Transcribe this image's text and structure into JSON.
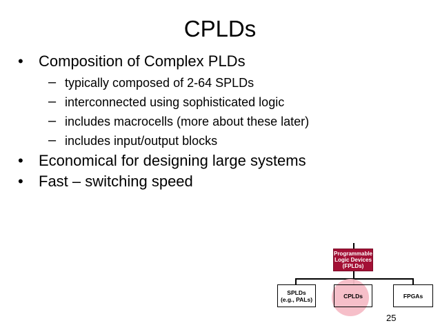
{
  "slide": {
    "title": "CPLDs",
    "bullets": [
      {
        "text": "Composition of Complex PLDs",
        "sub": [
          "typically composed of 2-64 SPLDs",
          "interconnected using sophisticated logic",
          "includes macrocells (more about these later)",
          "includes input/output blocks"
        ]
      },
      {
        "text": "Economical for designing large systems",
        "sub": []
      },
      {
        "text": "Fast – switching speed",
        "sub": []
      }
    ],
    "bullet_mark": "•",
    "sub_mark": "–",
    "page_number": "25"
  },
  "diagram": {
    "root": "Programmable\nLogic Devices\n(FPLDs)",
    "children": [
      "SPLDs\n(e.g., PALs)",
      "CPLDs",
      "FPGAs"
    ],
    "root_color": "#a31035",
    "highlight_color": "#f5bcc6"
  }
}
